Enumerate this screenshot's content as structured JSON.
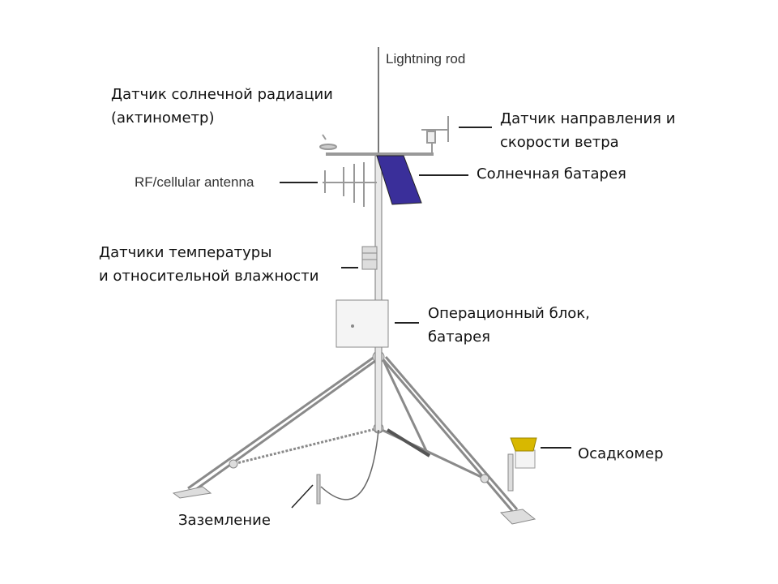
{
  "labels": {
    "lightning_rod": "Lightning rod",
    "solar_radiation": [
      "Датчик солнечной радиации",
      "(актинометр)"
    ],
    "wind": [
      "Датчик направления и",
      "скорости ветра"
    ],
    "antenna": "RF/cellular antenna",
    "solar_panel": "Солнечная батарея",
    "temp_humidity": [
      "Датчики температуры",
      "и относительной влажности"
    ],
    "control_unit": [
      "Операционный блок,",
      "батарея"
    ],
    "rain_gauge": "Осадкомер",
    "grounding": "Заземление"
  },
  "colors": {
    "panel": "#3a2f9a",
    "rain_gauge_top": "#d8b800",
    "metal": "#9a9a9a"
  }
}
